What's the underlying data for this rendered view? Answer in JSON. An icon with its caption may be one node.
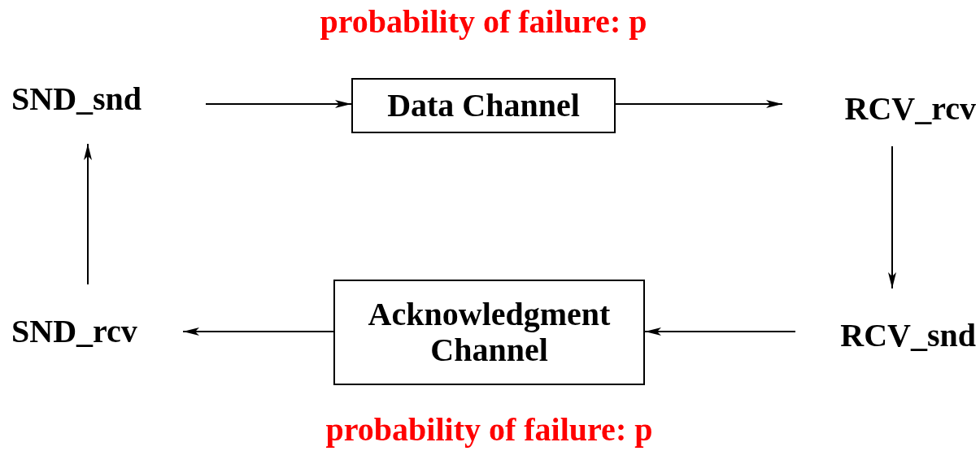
{
  "diagram": {
    "nodes": [
      {
        "text": [
          "SND_snd"
        ]
      },
      {
        "text": [
          "Data Channel"
        ],
        "beside": [
          "probability of failure: p"
        ]
      },
      {
        "text": [
          "RCV_rcv"
        ]
      },
      {
        "text": [
          "RCV_snd"
        ]
      },
      {
        "text": [
          "Acknowledgment Channel"
        ],
        "beside": [
          "probability of failure: p"
        ]
      },
      {
        "text": [
          "SND_rcv"
        ]
      }
    ],
    "edges": [
      {
        "from": 0,
        "to": 1,
        "arrow": "to"
      },
      {
        "from": 1,
        "to": 2,
        "arrow": "to"
      },
      {
        "from": 2,
        "to": 3,
        "arrow": "to"
      },
      {
        "from": 3,
        "to": 4,
        "arrow": "to"
      },
      {
        "from": 4,
        "to": 5,
        "arrow": "to"
      },
      {
        "from": 5,
        "to": 0,
        "arrow": "to"
      }
    ]
  }
}
